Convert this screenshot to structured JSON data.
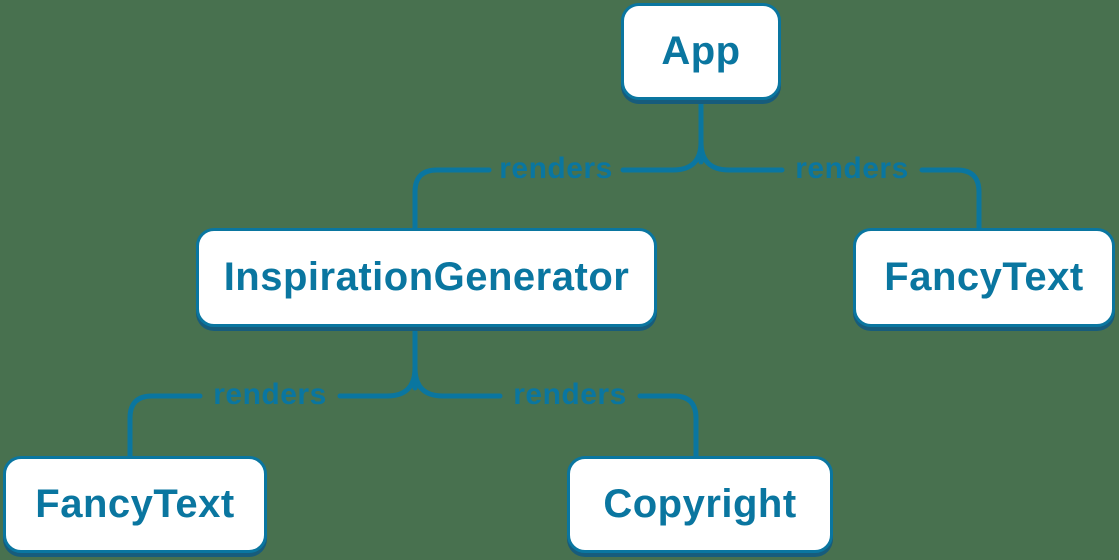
{
  "colors": {
    "background": "#48714f",
    "accent": "#0a76a0",
    "node_fill": "#ffffff",
    "node_shadow": "#175c7c"
  },
  "diagram": {
    "type": "component-render-tree",
    "nodes": [
      {
        "id": "app",
        "label": "App"
      },
      {
        "id": "inspiration-generator",
        "label": "InspirationGenerator"
      },
      {
        "id": "fancy-text-right",
        "label": "FancyText"
      },
      {
        "id": "fancy-text-left",
        "label": "FancyText"
      },
      {
        "id": "copyright",
        "label": "Copyright"
      }
    ],
    "edges": [
      {
        "from": "App",
        "to": "InspirationGenerator",
        "label": "renders"
      },
      {
        "from": "App",
        "to": "FancyText",
        "label": "renders"
      },
      {
        "from": "InspirationGenerator",
        "to": "FancyText",
        "label": "renders"
      },
      {
        "from": "InspirationGenerator",
        "to": "Copyright",
        "label": "renders"
      }
    ]
  }
}
